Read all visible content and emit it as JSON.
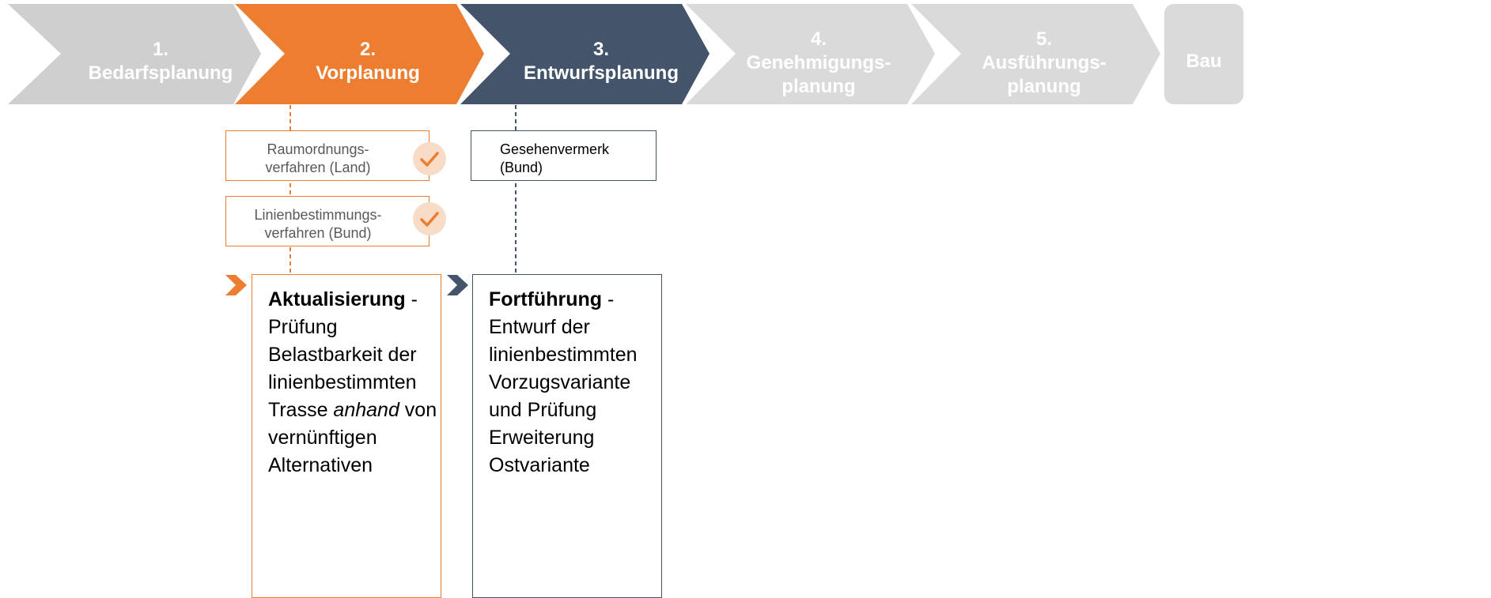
{
  "colors": {
    "orange": "#ED7D31",
    "navy": "#44546A",
    "gray_light": "#DADADA",
    "gray_mid": "#CFCFCF"
  },
  "steps": [
    {
      "number": "1.",
      "label": "Bedarfsplanung"
    },
    {
      "number": "2.",
      "label": "Vorplanung"
    },
    {
      "number": "3.",
      "label": "Entwurfsplanung"
    },
    {
      "number": "4.",
      "label_line1": "Genehmigungs-",
      "label_line2": "planung"
    },
    {
      "number": "5.",
      "label_line1": "Ausführungs-",
      "label_line2": "planung"
    },
    {
      "label": "Bau"
    }
  ],
  "vorplanung_boxes": [
    {
      "line1": "Raumordnungs-",
      "line2": "verfahren (Land)",
      "icon": "check-icon"
    },
    {
      "line1": "Linienbestimmungs-",
      "line2": "verfahren (Bund)",
      "icon": "check-icon"
    }
  ],
  "entwurf_box": {
    "line1": "Gesehenvermerk",
    "line2": "(Bund)"
  },
  "aktualisierung": {
    "bold": "Aktualisierung",
    "dash": " -",
    "lines": [
      "Prüfung",
      "Belastbarkeit der",
      "linienbestimmten"
    ],
    "line_trasse_pre": "Trasse ",
    "line_trasse_italic": "anhand",
    "line_trasse_post": " von",
    "lines_end": [
      "vernünftigen",
      "Alternativen"
    ]
  },
  "fortfuehrung": {
    "bold": "Fortführung",
    "dash": " -",
    "lines": [
      "Entwurf der",
      "linienbestimmten",
      "Vorzugsvariante",
      "und Prüfung",
      "Erweiterung",
      "Ostvariante"
    ]
  }
}
